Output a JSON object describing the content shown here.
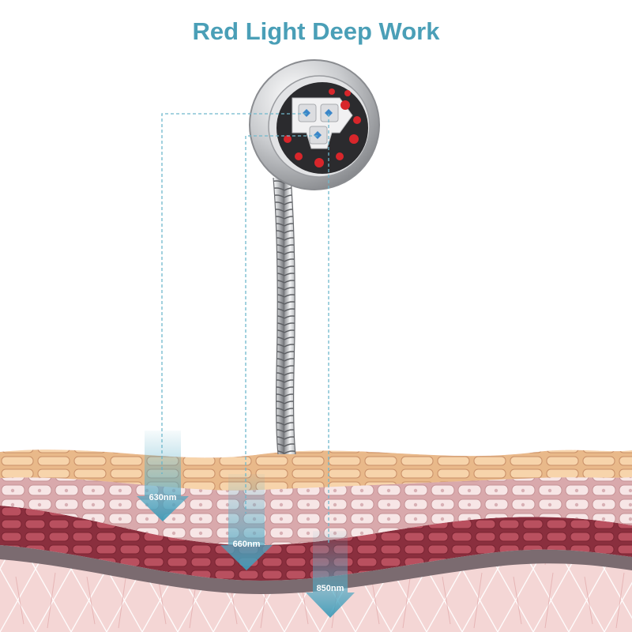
{
  "title": "Red Light Deep Work",
  "wavelengths": [
    {
      "label": "630nm",
      "depth": 1
    },
    {
      "label": "660nm",
      "depth": 2
    },
    {
      "label": "850nm",
      "depth": 3
    }
  ],
  "colors": {
    "title": "#4a9fb7",
    "guide_line": "#6fb8cc",
    "arrow": "#58aec7",
    "led_red": "#d8262b",
    "led_blue": "#3a86c9",
    "skin_top": "#f2c597",
    "skin_mid": "#efd3d3",
    "skin_cells": "#b24a5a",
    "dermis": "#f3d3d2"
  },
  "icons": [
    "led-lamp-head-icon",
    "gooseneck-arm-icon",
    "skin-cross-section-icon",
    "down-arrow-icon"
  ]
}
